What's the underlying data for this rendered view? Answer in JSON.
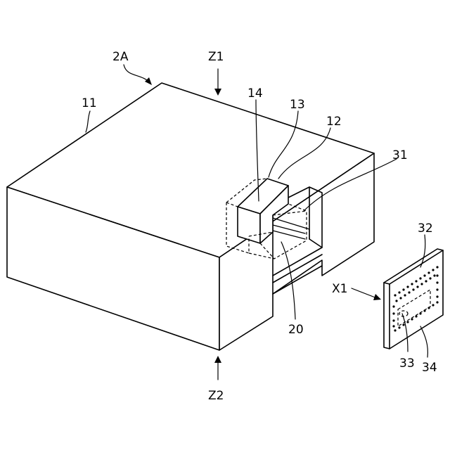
{
  "labels": {
    "assembly": "2A",
    "top_direction": "Z1",
    "bottom_direction": "Z2",
    "body": "11",
    "part_12": "12",
    "part_13": "13",
    "part_14": "14",
    "part_20": "20",
    "part_31": "31",
    "part_32": "32",
    "part_33": "33",
    "part_34": "34",
    "insert_direction": "X1"
  }
}
